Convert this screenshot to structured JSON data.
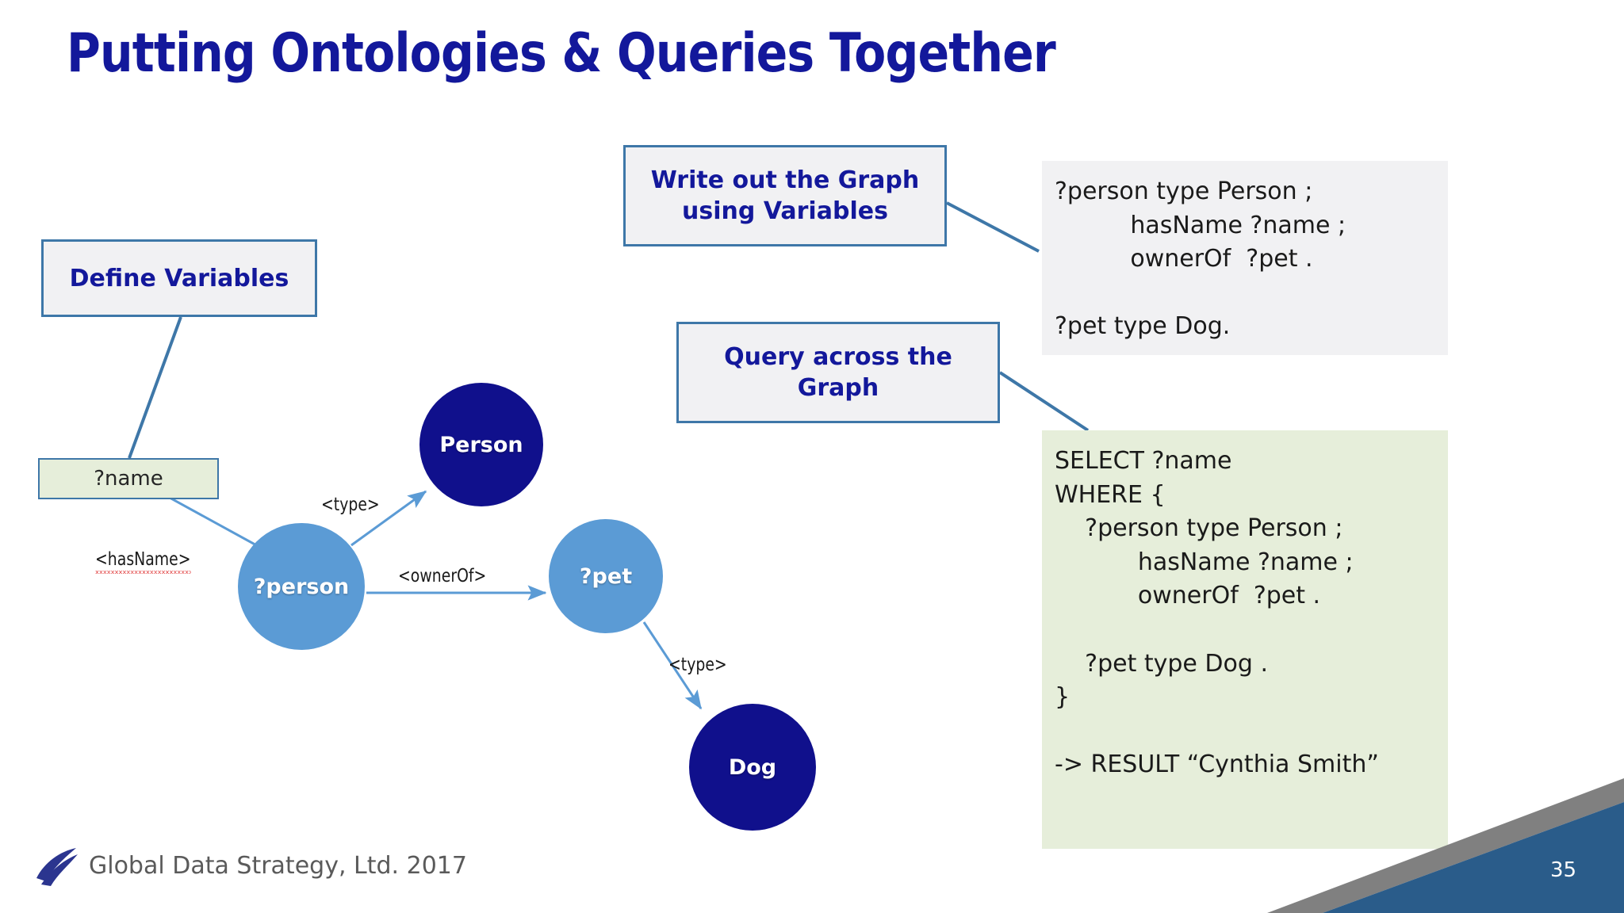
{
  "slide": {
    "title": "Putting Ontologies & Queries Together",
    "page_number": "35",
    "footer_text": "Global Data Strategy, Ltd. 2017"
  },
  "callouts": [
    {
      "id": "define-variables",
      "label": "Define Variables"
    },
    {
      "id": "write-out-graph",
      "label": "Write out the Graph using Variables"
    },
    {
      "id": "query-across-graph",
      "label": "Query across the Graph"
    }
  ],
  "panels": {
    "graph_pattern": {
      "background": "#F1F1F3",
      "text": "?person type Person ;\n          hasName ?name ;\n          ownerOf  ?pet .\n\n?pet type Dog."
    },
    "sparql_query": {
      "background": "#E6EEDA",
      "text": "SELECT ?name\nWHERE {\n    ?person type Person ;\n           hasName ?name ;\n           ownerOf  ?pet .\n\n    ?pet type Dog .\n}\n\n-> RESULT “Cynthia Smith”"
    }
  },
  "graph": {
    "variable_box": {
      "label": "?name"
    },
    "nodes": [
      {
        "id": "person-class",
        "label": "Person",
        "kind": "class",
        "color": "#10108C"
      },
      {
        "id": "person-var",
        "label": "?person",
        "kind": "variable",
        "color": "#5B9BD5"
      },
      {
        "id": "pet-var",
        "label": "?pet",
        "kind": "variable",
        "color": "#5B9BD5"
      },
      {
        "id": "dog-class",
        "label": "Dog",
        "kind": "class",
        "color": "#10108C"
      }
    ],
    "edges": [
      {
        "id": "type-person",
        "label": "<type>",
        "from": "person-var",
        "to": "person-class",
        "misspelled": false
      },
      {
        "id": "has-name",
        "label": "<hasName>",
        "from": "person-var",
        "to": "name-box",
        "misspelled": true
      },
      {
        "id": "owner-of",
        "label": "<ownerOf>",
        "from": "person-var",
        "to": "pet-var",
        "misspelled": false
      },
      {
        "id": "type-dog",
        "label": "<type>",
        "from": "pet-var",
        "to": "dog-class",
        "misspelled": false
      }
    ]
  },
  "colors": {
    "title": "#13189B",
    "callout_border": "#3E77A8",
    "callout_fill": "#F1F1F3",
    "node_class": "#10108C",
    "node_variable": "#5B9BD5",
    "green_fill": "#E6EEDA",
    "arrow": "#5B9BD5",
    "connector": "#3E77A8",
    "corner_blue": "#2A5C8A",
    "corner_gray": "#808080",
    "footer_text": "#5A5A5A"
  }
}
